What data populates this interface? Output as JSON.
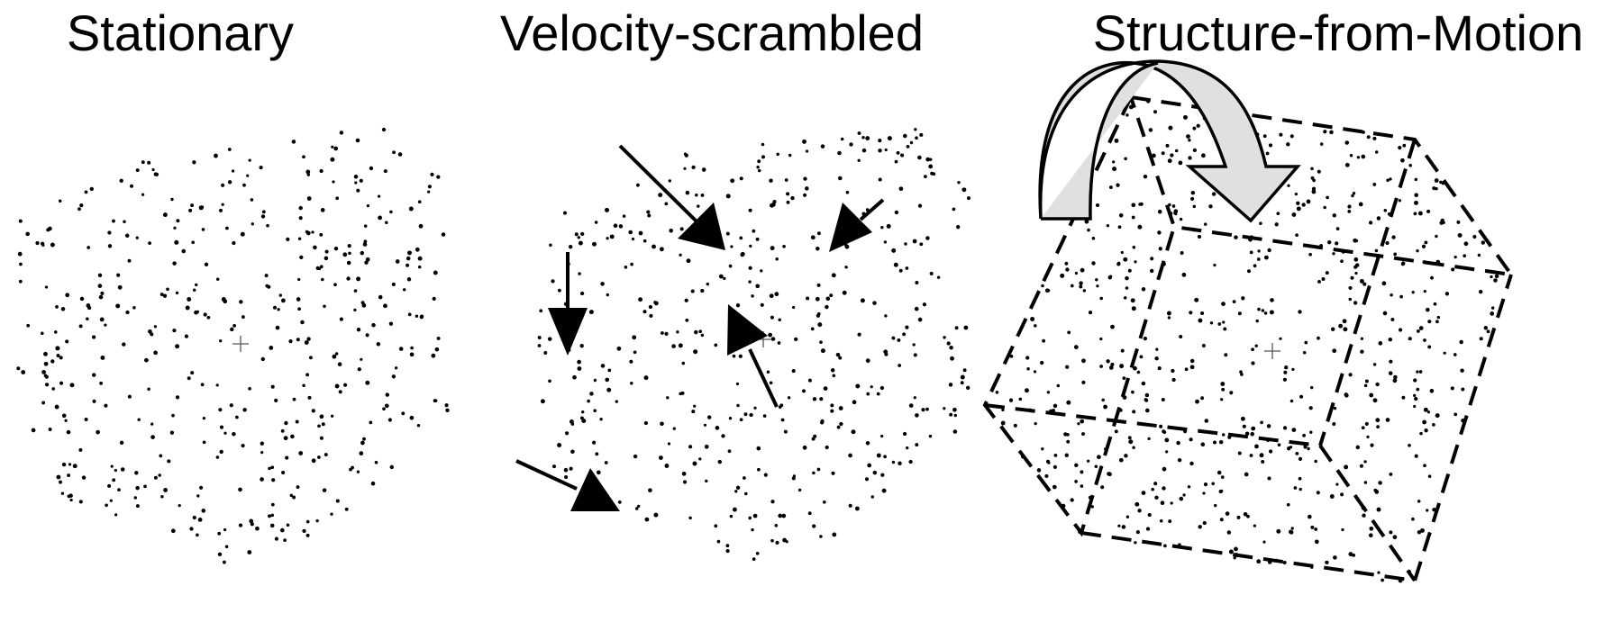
{
  "panels": [
    {
      "id": "stationary",
      "title": "Stationary"
    },
    {
      "id": "velocity-scrambled",
      "title": "Velocity-scrambled"
    },
    {
      "id": "structure-from-motion",
      "title": "Structure-from-Motion"
    }
  ],
  "colors": {
    "dots": "#000000",
    "arrow_fill": "#000000",
    "rotation_arrow_fill": "#e0e0e0",
    "rotation_arrow_outline": "#000000",
    "cube_edges": "#000000"
  },
  "icons": {
    "fixation": "plus-crosshair",
    "motion": "arrow",
    "rotation": "curved-arrow"
  }
}
